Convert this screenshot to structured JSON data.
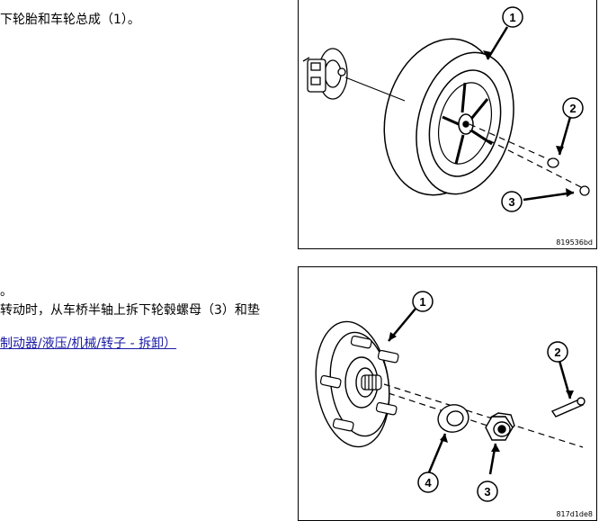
{
  "step1": {
    "text": "下轮胎和车轮总成（1）。"
  },
  "figure1": {
    "callouts": [
      "1",
      "2",
      "3"
    ],
    "image_id": "819536bd"
  },
  "step2": {
    "dot": "。",
    "text": "转动时，从车桥半轴上拆下轮毂螺母（3）和垫",
    "link": "制动器/液压/机械/转子 - 拆卸）"
  },
  "figure2": {
    "callouts": [
      "1",
      "2",
      "3",
      "4"
    ],
    "image_id": "817d1de8"
  }
}
